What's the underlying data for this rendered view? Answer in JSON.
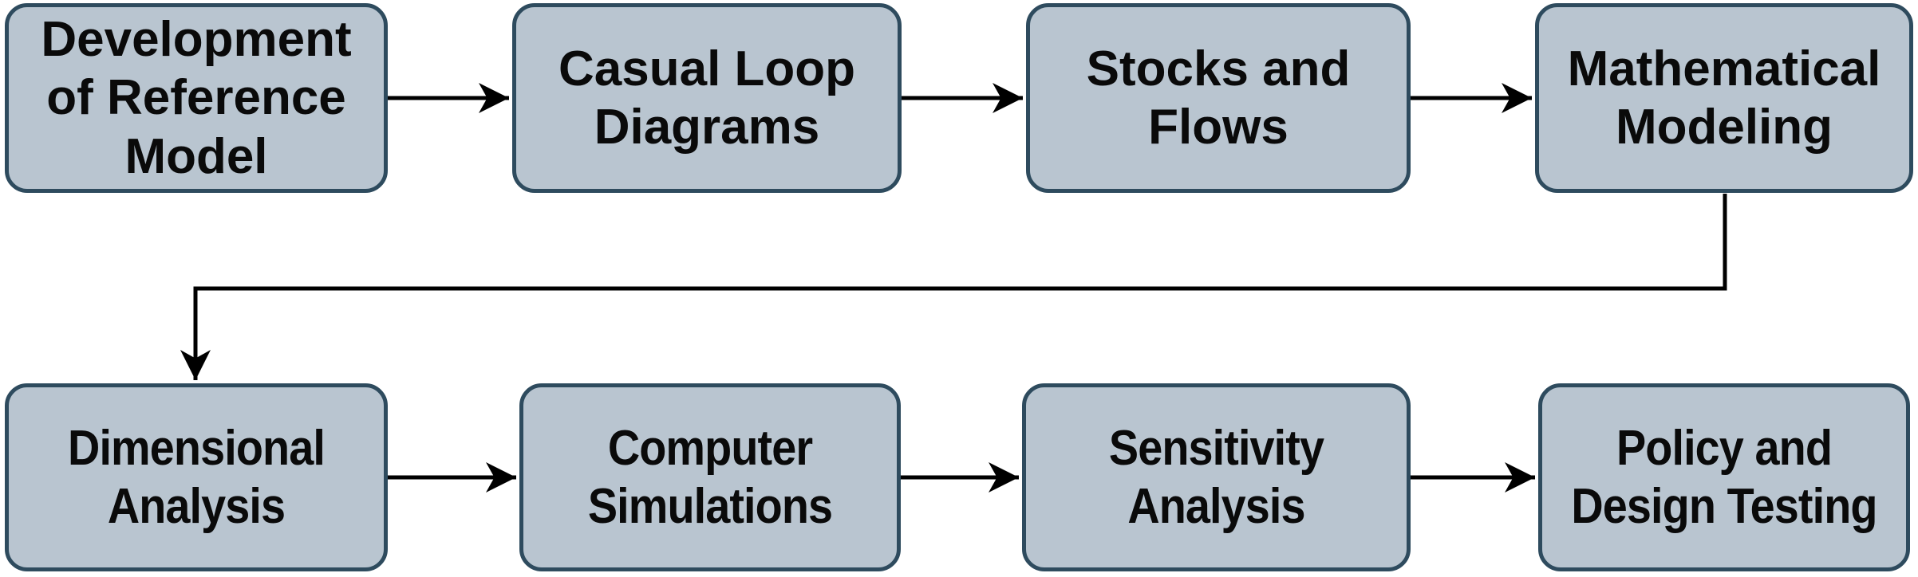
{
  "diagram": {
    "kind": "flowchart"
  },
  "colors": {
    "box_fill": "#b9c5d0",
    "box_border": "#2e4b5e",
    "arrow": "#000000",
    "text": "#0a0a0a",
    "background": "#ffffff"
  },
  "flow": {
    "boxes": [
      {
        "id": "development-of-reference-model",
        "label": "Development of Reference Model",
        "row": 1,
        "order": 1
      },
      {
        "id": "casual-loop-diagrams",
        "label": "Casual Loop Diagrams",
        "row": 1,
        "order": 2
      },
      {
        "id": "stocks-and-flows",
        "label": "Stocks and Flows",
        "row": 1,
        "order": 3
      },
      {
        "id": "mathematical-modeling",
        "label": "Mathematical Modeling",
        "row": 1,
        "order": 4
      },
      {
        "id": "dimensional-analysis",
        "label": "Dimensional Analysis",
        "row": 2,
        "order": 5
      },
      {
        "id": "computer-simulations",
        "label": "Computer Simulations",
        "row": 2,
        "order": 6
      },
      {
        "id": "sensitivity-analysis",
        "label": "Sensitivity Analysis",
        "row": 2,
        "order": 7
      },
      {
        "id": "policy-and-design-testing",
        "label": "Policy and Design Testing",
        "row": 2,
        "order": 8
      }
    ],
    "connections": [
      {
        "from": "development-of-reference-model",
        "to": "casual-loop-diagrams",
        "style": "straight-arrow"
      },
      {
        "from": "casual-loop-diagrams",
        "to": "stocks-and-flows",
        "style": "straight-arrow"
      },
      {
        "from": "stocks-and-flows",
        "to": "mathematical-modeling",
        "style": "straight-arrow"
      },
      {
        "from": "mathematical-modeling",
        "to": "dimensional-analysis",
        "style": "elbow-arrow"
      },
      {
        "from": "dimensional-analysis",
        "to": "computer-simulations",
        "style": "straight-arrow"
      },
      {
        "from": "computer-simulations",
        "to": "sensitivity-analysis",
        "style": "straight-arrow"
      },
      {
        "from": "sensitivity-analysis",
        "to": "policy-and-design-testing",
        "style": "straight-arrow"
      }
    ]
  }
}
